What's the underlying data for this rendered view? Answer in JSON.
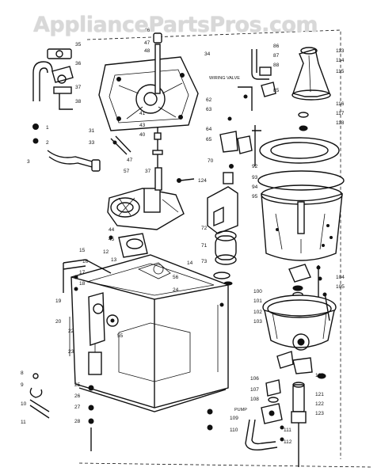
{
  "watermark": "AppliancePartsPros.com",
  "callouts": {
    "wiring_valve": "WIRING VALVE",
    "pump": "PUMP"
  },
  "part_numbers": {
    "p_top_cap": "46",
    "p_top_a": "47",
    "p_top_b": "48",
    "p_top_c": "34",
    "p_l_1": "35",
    "p_l_2": "36",
    "p_l_3": "37",
    "p_l_4": "38",
    "p_l_5": "1",
    "p_l_6": "2",
    "p_l_7": "3",
    "p_spin_1": "41",
    "p_spin_2": "43",
    "p_spin_3": "40",
    "p_mid_1": "31",
    "p_mid_2": "33",
    "p_mid_3": "37",
    "p_mid_4": "47",
    "p_r_1": "86",
    "p_r_2": "87",
    "p_r_3": "88",
    "p_r_4": "85",
    "p_r_5": "62",
    "p_r_6": "63",
    "p_r_7": "64",
    "p_r_8": "65",
    "p_agit_1": "113",
    "p_agit_2": "114",
    "p_agit_3": "115",
    "p_agit_4": "116",
    "p_agit_5": "117",
    "p_agit_6": "118",
    "p_tub_1": "92",
    "p_tub_2": "93",
    "p_tub_3": "94",
    "p_tub_4": "95",
    "p_gear_1": "44",
    "p_gear_2": "45",
    "p_gear_3": "12",
    "p_gear_4": "13",
    "p_motor_1": "72",
    "p_motor_2": "71",
    "p_motor_3": "73",
    "p_cab_1": "15",
    "p_cab_2": "16",
    "p_cab_3": "17",
    "p_cab_4": "18",
    "p_cab_5": "19",
    "p_cab_6": "20",
    "p_cab_7": "22",
    "p_cab_8": "23",
    "p_cab_9": "55",
    "p_cab_10": "56",
    "p_cab_11": "24",
    "p_bl_1": "8",
    "p_bl_2": "9",
    "p_bl_3": "10",
    "p_bl_4": "11",
    "p_bl_5": "25",
    "p_bl_6": "26",
    "p_bl_7": "27",
    "p_bl_8": "28",
    "p_outer_1": "100",
    "p_outer_2": "101",
    "p_outer_3": "102",
    "p_outer_4": "103",
    "p_outer_5": "104",
    "p_outer_6": "105",
    "p_outer_7": "120",
    "p_outer_8": "121",
    "p_outer_9": "122",
    "p_outer_10": "123",
    "p_pump_1": "106",
    "p_pump_2": "107",
    "p_pump_3": "108",
    "p_pump_4": "109",
    "p_pump_5": "110",
    "p_pump_6": "111",
    "p_pump_7": "112",
    "p_misc_1": "124",
    "p_misc_2": "14",
    "p_misc_3": "70",
    "p_misc_4": "57"
  }
}
